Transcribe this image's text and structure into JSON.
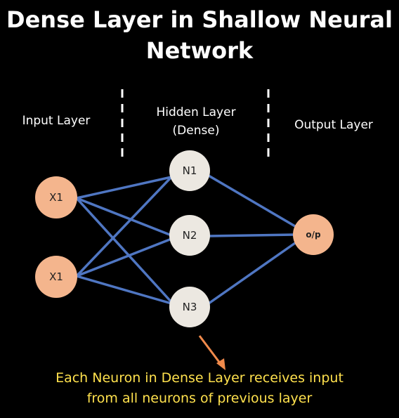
{
  "title": {
    "line1": "Dense Layer in Shallow Neural",
    "line2": "Network"
  },
  "layers": {
    "input_label": "Input Layer",
    "hidden_label_line1": "Hidden Layer",
    "hidden_label_line2": "(Dense)",
    "output_label": "Output Layer"
  },
  "nodes": {
    "input": [
      "X1",
      "X1"
    ],
    "hidden": [
      "N1",
      "N2",
      "N3"
    ],
    "output": "o/p"
  },
  "caption": {
    "line1": "Each Neuron in Dense Layer receives input",
    "line2": "from all neurons of previous layer"
  },
  "colors": {
    "background": "#000000",
    "text": "#ffffff",
    "input_node": "#f4b58d",
    "hidden_node": "#ece8e1",
    "output_node": "#f4b58d",
    "connection": "#4f76c2",
    "arrow": "#f08a4b",
    "caption": "#ffe14d",
    "divider": "#ffffff"
  }
}
